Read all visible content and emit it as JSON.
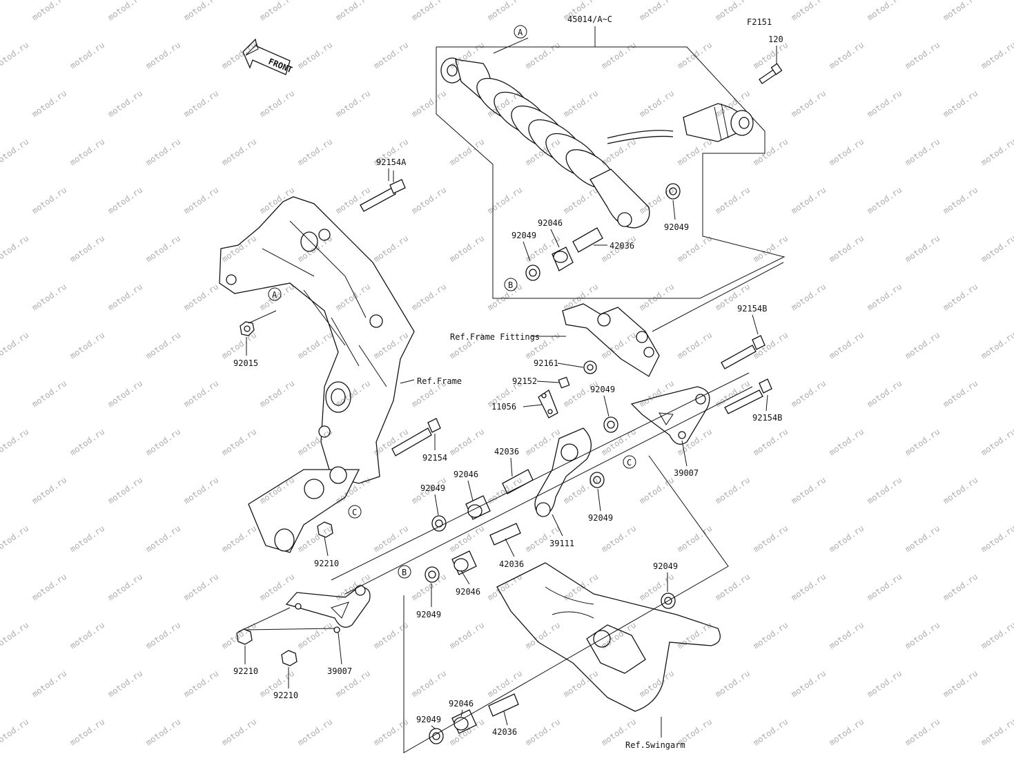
{
  "watermark": "motod.ru",
  "front_arrow": "FRONT",
  "labels": {
    "shock_assy": "45014/A~C",
    "f2151": "F2151",
    "p120": "120",
    "p92154A": "92154A",
    "p92049_a": "92049",
    "p92046_a": "92046",
    "p42036_a": "42036",
    "p92049_b": "92049",
    "p92015": "92015",
    "ref_frame": "Ref.Frame",
    "ref_frame_fittings": "Ref.Frame Fittings",
    "p92154B_a": "92154B",
    "p92161": "92161",
    "p92152": "92152",
    "p11056": "11056",
    "p92049_c": "92049",
    "p92154B_b": "92154B",
    "p92154": "92154",
    "p42036_b": "42036",
    "p92046_b": "92046",
    "p92049_d": "92049",
    "p39007_a": "39007",
    "p92049_e": "92049",
    "p39111": "39111",
    "p42036_c": "42036",
    "p92210_a": "92210",
    "p92046_c": "92046",
    "p92049_f": "92049",
    "p92049_g": "92049",
    "p92210_b": "92210",
    "p39007_b": "39007",
    "p92210_c": "92210",
    "p92049_h": "92049",
    "p92046_d": "92046",
    "p42036_d": "42036",
    "ref_swingarm": "Ref.Swingarm"
  },
  "callouts": {
    "A1": "A",
    "A2": "A",
    "B1": "B",
    "B2": "B",
    "C1": "C",
    "C2": "C"
  }
}
